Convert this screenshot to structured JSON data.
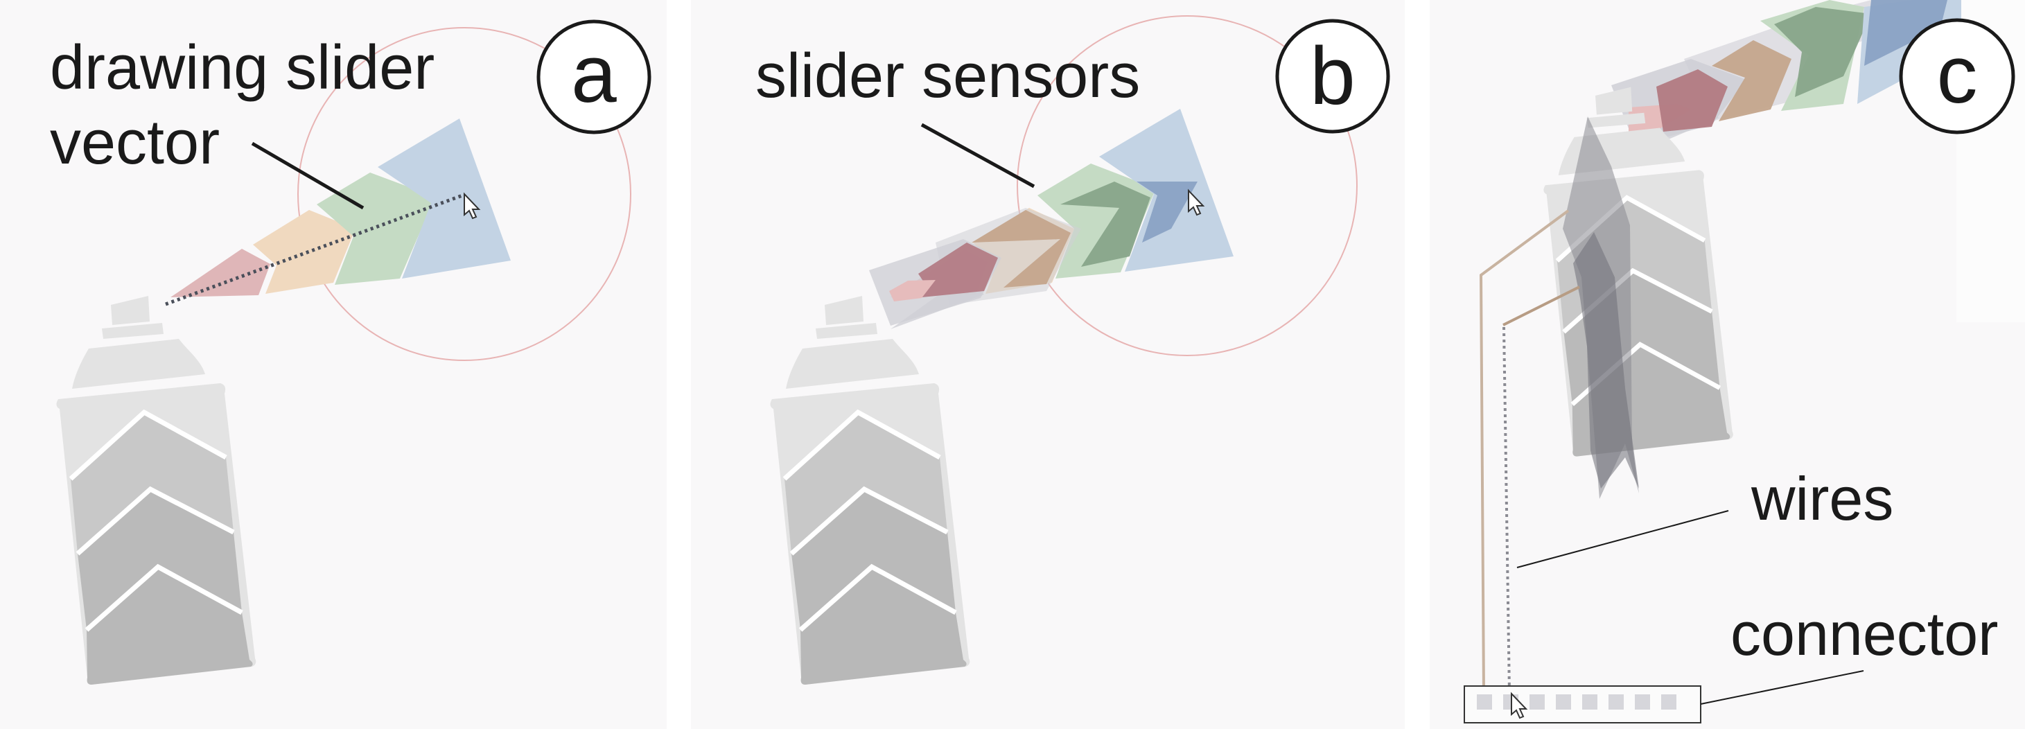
{
  "figure": {
    "panels": [
      {
        "id": "a",
        "badge": "a",
        "callouts": [
          {
            "lines": [
              "drawing slider",
              "vector"
            ],
            "target": "slider-vector"
          }
        ]
      },
      {
        "id": "b",
        "badge": "b",
        "callouts": [
          {
            "lines": [
              "slider sensors"
            ],
            "target": "slider-sensors"
          }
        ]
      },
      {
        "id": "c",
        "badge": "c",
        "callouts": [
          {
            "lines": [
              "wires"
            ],
            "target": "wires"
          },
          {
            "lines": [
              "connector"
            ],
            "target": "connector"
          }
        ],
        "connector_pins": 8
      }
    ],
    "colors": {
      "panel_bg": "#f9f8f9",
      "gap_bg": "#ffffff",
      "range_circle": "#e8b4b4",
      "can_light": "#e3e3e3",
      "can_mid": "#c8c8c8",
      "can_dark": "#b9b9b9",
      "slider_red": "#dfb6b8",
      "slider_orange": "#f0d9bf",
      "slider_green": "#c5dbc4",
      "slider_blue": "#c3d3e4",
      "sensor_red": "#b27a82",
      "sensor_tan": "#c4a58c",
      "sensor_green": "#88a58a",
      "sensor_blue": "#8aa2c4",
      "sensor_ghost": "#cfcfd6",
      "wire": "#c8b3a0",
      "ink": "#1a1a1a"
    }
  }
}
